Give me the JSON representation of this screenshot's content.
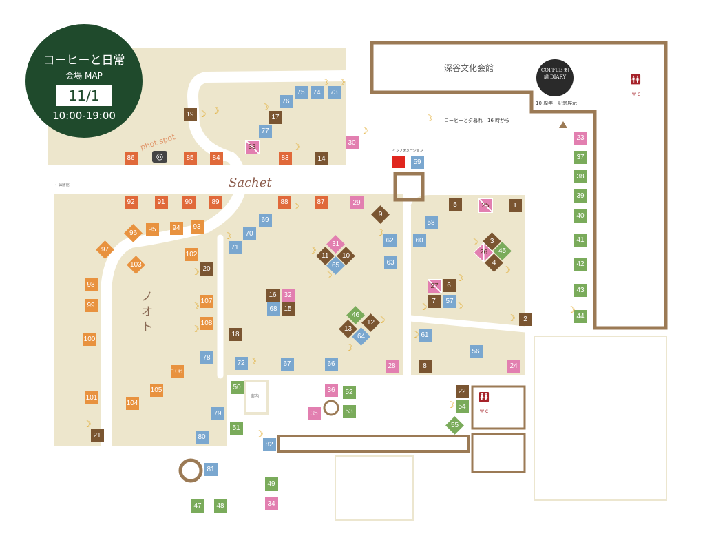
{
  "header": {
    "title": "コーヒーと日常",
    "subtitle": "会場 MAP",
    "date": "11/1",
    "hours": "10:00-19:00"
  },
  "labels": {
    "hall": "深谷文化会館",
    "diary_logo": "COFFEE 刺繍 DIARY",
    "diary_caption": "10 周年　記念展示",
    "evening": "コーヒーと夕暮れ　16 時から",
    "info": "インフォメーション",
    "wc": "W C",
    "photo_spot": "phot spot",
    "sachet": "Sachet",
    "noto": "ノオト",
    "library": "← 図書館",
    "box": "案内"
  },
  "colors": {
    "orange": "#e0693a",
    "light_orange": "#e8923f",
    "brown": "#7a5531",
    "blue": "#7aa7cf",
    "green": "#7aab5b",
    "pink": "#e27fb0",
    "red": "#e0261e",
    "beige": "#ede6cc",
    "frame": "#9b7a55",
    "badge": "#1f4a2c"
  },
  "booths": [
    {
      "n": "19",
      "c": "brown"
    },
    {
      "n": "17",
      "c": "brown"
    },
    {
      "n": "76",
      "c": "blue"
    },
    {
      "n": "75",
      "c": "blue"
    },
    {
      "n": "74",
      "c": "blue"
    },
    {
      "n": "73",
      "c": "blue"
    },
    {
      "n": "77",
      "c": "blue"
    },
    {
      "n": "33",
      "c": "pink",
      "x": true
    },
    {
      "n": "83",
      "c": "orange"
    },
    {
      "n": "14",
      "c": "brown"
    },
    {
      "n": "86",
      "c": "orange"
    },
    {
      "n": "85",
      "c": "orange"
    },
    {
      "n": "84",
      "c": "orange"
    },
    {
      "n": "30",
      "c": "pink"
    },
    {
      "n": "59",
      "c": "blue"
    },
    {
      "n": "92",
      "c": "orange"
    },
    {
      "n": "91",
      "c": "orange"
    },
    {
      "n": "90",
      "c": "orange"
    },
    {
      "n": "89",
      "c": "orange"
    },
    {
      "n": "88",
      "c": "orange"
    },
    {
      "n": "87",
      "c": "orange"
    },
    {
      "n": "29",
      "c": "pink"
    },
    {
      "n": "9",
      "c": "brown",
      "r": true
    },
    {
      "n": "5",
      "c": "brown"
    },
    {
      "n": "25",
      "c": "pink",
      "x": true
    },
    {
      "n": "1",
      "c": "brown"
    },
    {
      "n": "96",
      "c": "light_orange",
      "r": true
    },
    {
      "n": "95",
      "c": "light_orange"
    },
    {
      "n": "94",
      "c": "light_orange"
    },
    {
      "n": "93",
      "c": "light_orange"
    },
    {
      "n": "97",
      "c": "light_orange",
      "r": true
    },
    {
      "n": "103",
      "c": "light_orange",
      "r": true
    },
    {
      "n": "69",
      "c": "blue"
    },
    {
      "n": "70",
      "c": "blue"
    },
    {
      "n": "71",
      "c": "blue"
    },
    {
      "n": "62",
      "c": "blue"
    },
    {
      "n": "63",
      "c": "blue"
    },
    {
      "n": "60",
      "c": "blue"
    },
    {
      "n": "58",
      "c": "blue"
    },
    {
      "n": "31",
      "c": "pink",
      "r": true
    },
    {
      "n": "11",
      "c": "brown",
      "r": true
    },
    {
      "n": "10",
      "c": "brown",
      "r": true
    },
    {
      "n": "65",
      "c": "blue",
      "r": true
    },
    {
      "n": "3",
      "c": "brown",
      "r": true
    },
    {
      "n": "26",
      "c": "pink",
      "r": true,
      "x": true
    },
    {
      "n": "45",
      "c": "green",
      "r": true
    },
    {
      "n": "4",
      "c": "brown",
      "r": true
    },
    {
      "n": "102",
      "c": "light_orange"
    },
    {
      "n": "20",
      "c": "brown"
    },
    {
      "n": "98",
      "c": "light_orange"
    },
    {
      "n": "99",
      "c": "light_orange"
    },
    {
      "n": "100",
      "c": "light_orange"
    },
    {
      "n": "101",
      "c": "light_orange"
    },
    {
      "n": "21",
      "c": "brown"
    },
    {
      "n": "107",
      "c": "light_orange"
    },
    {
      "n": "108",
      "c": "light_orange"
    },
    {
      "n": "78",
      "c": "blue"
    },
    {
      "n": "106",
      "c": "light_orange"
    },
    {
      "n": "105",
      "c": "light_orange"
    },
    {
      "n": "104",
      "c": "light_orange"
    },
    {
      "n": "16",
      "c": "brown"
    },
    {
      "n": "32",
      "c": "pink"
    },
    {
      "n": "68",
      "c": "blue"
    },
    {
      "n": "15",
      "c": "brown"
    },
    {
      "n": "27",
      "c": "pink",
      "x": true
    },
    {
      "n": "6",
      "c": "brown"
    },
    {
      "n": "7",
      "c": "brown"
    },
    {
      "n": "57",
      "c": "blue"
    },
    {
      "n": "46",
      "c": "green",
      "r": true
    },
    {
      "n": "12",
      "c": "brown",
      "r": true
    },
    {
      "n": "13",
      "c": "brown",
      "r": true
    },
    {
      "n": "64",
      "c": "blue",
      "r": true
    },
    {
      "n": "2",
      "c": "brown"
    },
    {
      "n": "18",
      "c": "brown"
    },
    {
      "n": "61",
      "c": "blue"
    },
    {
      "n": "56",
      "c": "blue"
    },
    {
      "n": "72",
      "c": "blue"
    },
    {
      "n": "67",
      "c": "blue"
    },
    {
      "n": "66",
      "c": "blue"
    },
    {
      "n": "28",
      "c": "pink"
    },
    {
      "n": "8",
      "c": "brown"
    },
    {
      "n": "24",
      "c": "pink"
    },
    {
      "n": "50",
      "c": "green"
    },
    {
      "n": "79",
      "c": "blue"
    },
    {
      "n": "51",
      "c": "green"
    },
    {
      "n": "80",
      "c": "blue"
    },
    {
      "n": "81",
      "c": "blue"
    },
    {
      "n": "82",
      "c": "blue"
    },
    {
      "n": "36",
      "c": "pink"
    },
    {
      "n": "52",
      "c": "green"
    },
    {
      "n": "53",
      "c": "green"
    },
    {
      "n": "35",
      "c": "pink"
    },
    {
      "n": "22",
      "c": "brown"
    },
    {
      "n": "54",
      "c": "green"
    },
    {
      "n": "55",
      "c": "green",
      "r": true
    },
    {
      "n": "49",
      "c": "green"
    },
    {
      "n": "34",
      "c": "pink"
    },
    {
      "n": "47",
      "c": "green"
    },
    {
      "n": "48",
      "c": "green"
    },
    {
      "n": "23",
      "c": "pink"
    },
    {
      "n": "37",
      "c": "green"
    },
    {
      "n": "38",
      "c": "green"
    },
    {
      "n": "39",
      "c": "green"
    },
    {
      "n": "40",
      "c": "green"
    },
    {
      "n": "41",
      "c": "green"
    },
    {
      "n": "42",
      "c": "green"
    },
    {
      "n": "43",
      "c": "green"
    },
    {
      "n": "44",
      "c": "green"
    }
  ]
}
